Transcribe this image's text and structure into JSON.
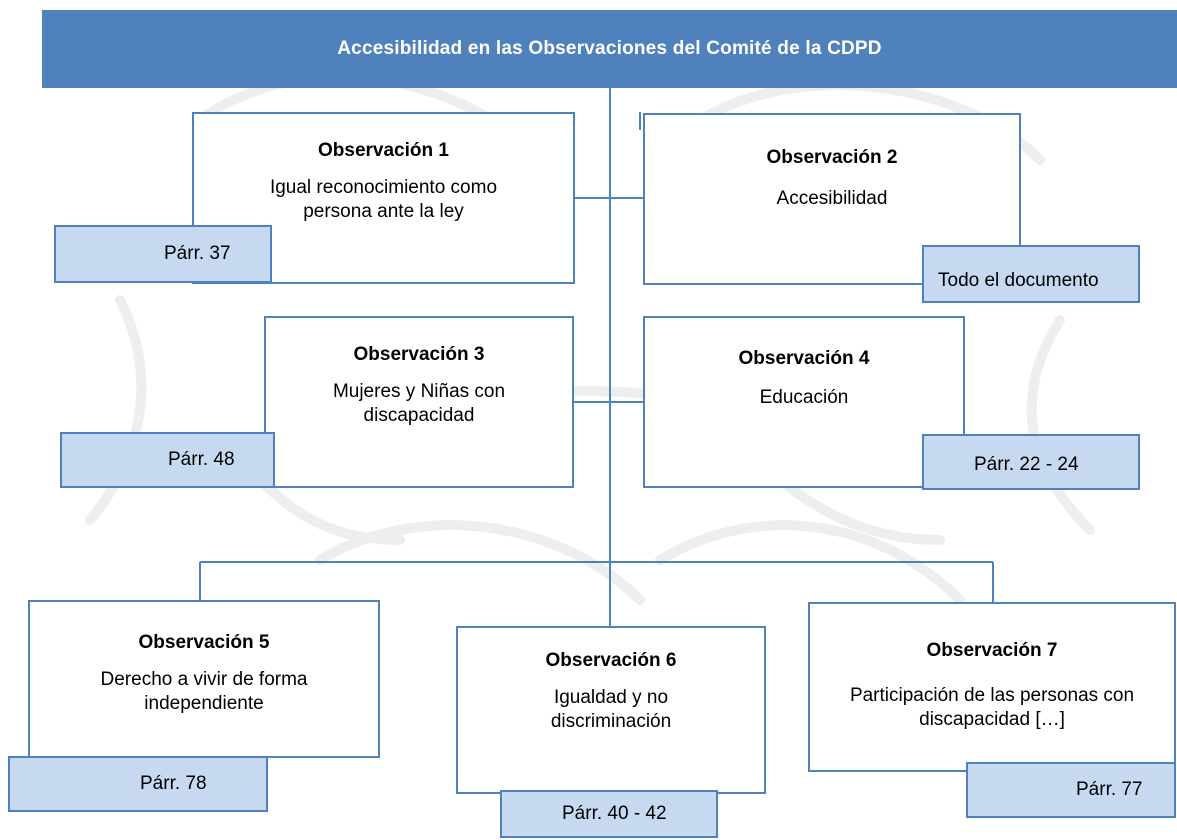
{
  "header": {
    "title": "Accesibilidad en las Observaciones del Comité de la CDPD"
  },
  "observations": [
    {
      "title": "Observación 1",
      "desc": "Igual reconocimiento como persona ante la ley",
      "ref": "Párr. 37"
    },
    {
      "title": "Observación 2",
      "desc": "Accesibilidad",
      "ref": "Todo el documento"
    },
    {
      "title": "Observación 3",
      "desc": "Mujeres y Niñas con discapacidad",
      "ref": "Párr. 48"
    },
    {
      "title": "Observación 4",
      "desc": "Educación",
      "ref": "Párr. 22 - 24"
    },
    {
      "title": "Observación 5",
      "desc": "Derecho a vivir de forma independiente",
      "ref": "Párr. 78"
    },
    {
      "title": "Observación 6",
      "desc": "Igualdad y no discriminación",
      "ref": "Párr. 40 - 42"
    },
    {
      "title": "Observación 7",
      "desc": "Participación de las personas con discapacidad […]",
      "ref": "Párr. 77"
    }
  ],
  "colors": {
    "accent": "#4f81bd",
    "tag_fill": "#c6d9f1"
  }
}
